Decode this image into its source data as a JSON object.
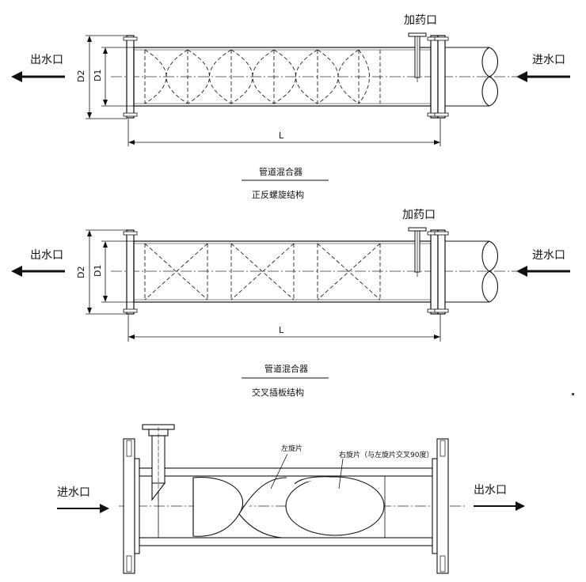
{
  "diagrams": [
    {
      "outlet_label": "出水口",
      "inlet_label": "进水口",
      "dosing_label": "加药口",
      "dim_d2": "D2",
      "dim_d1": "D1",
      "dim_length": "L",
      "caption_title": "管道混合器",
      "caption_subtitle": "正反螺旋结构"
    },
    {
      "outlet_label": "出水口",
      "inlet_label": "进水口",
      "dosing_label": "加药口",
      "dim_d2": "D2",
      "dim_d1": "D1",
      "dim_length": "L",
      "caption_title": "管道混合器",
      "caption_subtitle": "交叉插板结构"
    },
    {
      "inlet_label": "进水口",
      "outlet_label": "出水口",
      "left_blade_label": "左旋片",
      "right_blade_label": "右旋片（与左旋片交叉90度）"
    }
  ]
}
